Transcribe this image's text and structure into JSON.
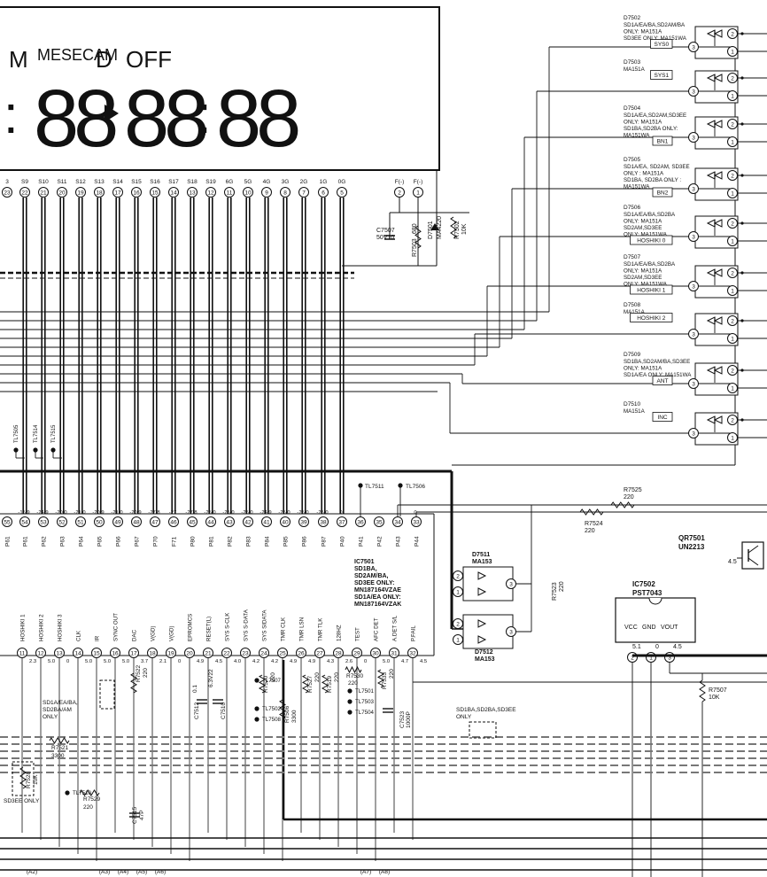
{
  "lcd": {
    "mode_m": "M",
    "mode_mesecam": "MESECAM",
    "mode_d": "D",
    "mode_off": "OFF",
    "digits": [
      "88",
      "88",
      "88"
    ]
  },
  "top_labels": [
    "S9",
    "S10",
    "S11",
    "S12",
    "S13",
    "S14",
    "S15",
    "S16",
    "S17",
    "S18",
    "S19",
    "6G",
    "5G",
    "4G",
    "3G",
    "2G",
    "1G",
    "0G",
    "F(-)",
    "F(-)"
  ],
  "top_pins": [
    "22",
    "21",
    "20",
    "19",
    "18",
    "17",
    "16",
    "15",
    "14",
    "13",
    "12",
    "11",
    "10",
    "9",
    "8",
    "7",
    "6",
    "5",
    "2",
    "1"
  ],
  "diodes": [
    {
      "ref": "D7502",
      "note": [
        "SD1A/EA/BA,SD2AM/BA",
        "ONLY: MA151A",
        "SD3EE ONLY: MA151WA"
      ],
      "tag": "SYS0"
    },
    {
      "ref": "D7503",
      "note": [
        "MA151A"
      ],
      "tag": "SYS1"
    },
    {
      "ref": "D7504",
      "note": [
        "SD1A/EA,SD2AM,SD3EE",
        "ONLY: MA151A",
        "SD1BA,SD2BA ONLY:",
        "MA151WA"
      ],
      "tag": "BN1"
    },
    {
      "ref": "D7505",
      "note": [
        "SD1A/EA, SD2AM, SD3EE",
        "ONLY : MA151A",
        "SD1BA, SD2BA ONLY :",
        "MA151WA"
      ],
      "tag": "BN2"
    },
    {
      "ref": "D7506",
      "note": [
        "SD1A/EA/BA,SD2BA",
        "ONLY: MA151A",
        "SD2AM,SD3EE",
        "ONLY: MA151WA"
      ],
      "tag": "HOSHIKI 0"
    },
    {
      "ref": "D7507",
      "note": [
        "SD1A/EA/BA,SD2BA",
        "ONLY: MA151A",
        "SD2AM,SD3EE",
        "ONLY: MA151WA"
      ],
      "tag": "HOSHIKI 1"
    },
    {
      "ref": "D7508",
      "note": [
        "MA151A"
      ],
      "tag": "HOSHIKI 2"
    },
    {
      "ref": "D7509",
      "note": [
        "SD1BA,SD2AM/BA,SD3EE",
        "ONLY: MA151A",
        "SD1A/EA ONLY: MA151WA"
      ],
      "tag": "ANT"
    },
    {
      "ref": "D7510",
      "note": [
        "MA151A"
      ],
      "tag": "INC"
    }
  ],
  "top_parts": {
    "c7507": [
      "C7507",
      "50V10"
    ],
    "r7503": [
      "R7503",
      "680"
    ],
    "d7501": [
      "D7501",
      "MA4220"
    ],
    "r7502": [
      "R7502",
      "10K"
    ]
  },
  "test_points_left": [
    "TL7505",
    "TL7514",
    "TL7515"
  ],
  "mid_pins": [
    "54",
    "53",
    "52",
    "51",
    "50",
    "49",
    "48",
    "47",
    "46",
    "45",
    "44",
    "43",
    "42",
    "41",
    "40",
    "39",
    "38",
    "37",
    "36",
    "35",
    "34",
    "33"
  ],
  "mid_labels": [
    "P61",
    "P62",
    "P63",
    "P64",
    "P65",
    "P66",
    "P67",
    "P70",
    "F71",
    "P80",
    "P81",
    "P82",
    "P83",
    "P84",
    "P85",
    "P86",
    "P87",
    "P40",
    "P41",
    "P42",
    "P43",
    "P44"
  ],
  "mid_volts": [
    "-15.9",
    "-24.9",
    "-20.0",
    "-21.0",
    "-20.9",
    "-21.0",
    "-20.9",
    "-27.8",
    "-27",
    "-27.8",
    "-25.0",
    "-25.0",
    "-25.0",
    "-24.9",
    "-25.0",
    "-25.0",
    "-25.0",
    "0",
    "",
    "",
    "",
    "0"
  ],
  "tl7511": "TL7511",
  "tl7506": "TL7506",
  "ic7501": [
    "IC7501",
    "SD1BA,",
    "SD2AM/BA,",
    "SD3EE ONLY:",
    "MN187164VZAE",
    "SD1A/EA ONLY:",
    "MN187164VZAK"
  ],
  "d7511": [
    "D7511",
    "MA153"
  ],
  "d7512": [
    "D7512",
    "MA153"
  ],
  "r7525": [
    "R7525",
    "220"
  ],
  "r7524": [
    "R7524",
    "220"
  ],
  "r7523": [
    "R7523",
    "220"
  ],
  "qr7501": [
    "QR7501",
    "UN2213"
  ],
  "qr_v": "4.5",
  "ic7502": [
    "IC7502",
    "PST7043"
  ],
  "ic7502_pins": {
    "names": [
      "VCC",
      "GND",
      "VOUT"
    ],
    "nums": [
      "2",
      "1",
      "3"
    ],
    "volts": [
      "5.1",
      "0",
      "4.5"
    ]
  },
  "r7507": [
    "R7507",
    "10K"
  ],
  "bottom_labels": [
    "HOSHIKI 1",
    "HOSHIKI 2",
    "HOSHIKI 3",
    "CLK",
    "IR",
    "SYNC OUT",
    "DAC",
    "V(GD)",
    "V(GD)",
    "EPROMCS",
    "RESET(L)",
    "SYS S-CLK",
    "SYS S-DATA",
    "SYS SIDATA",
    "TMR CLK",
    "TMR LSN",
    "TMR TLK",
    "128HZ",
    "TEST",
    "AFC DET",
    "A.DET S/L",
    "P.FAIL"
  ],
  "bottom_pins": [
    "11",
    "12",
    "13",
    "14",
    "15",
    "16",
    "17",
    "18",
    "19",
    "20",
    "21",
    "22",
    "23",
    "24",
    "25",
    "26",
    "27",
    "28",
    "29",
    "30",
    "31",
    "32"
  ],
  "bottom_volts": [
    "2.3",
    "5.0",
    "0",
    "5.0",
    "5.0",
    "5.0",
    "3.7",
    "2.1",
    "0",
    "4.9",
    "4.5",
    "4.0",
    "4.2",
    "4.2",
    "4.9",
    "4.9",
    "4.3",
    "2.6",
    "0",
    "5.0",
    "4.7",
    "4.5"
  ],
  "bottom_parts": {
    "r7522": [
      "R7522",
      "220"
    ],
    "c7512": [
      "C7512",
      "0.1"
    ],
    "c7510": [
      "C7510",
      "6.3V22"
    ],
    "r7520": [
      "R7520",
      "220"
    ],
    "r7506": [
      "R7506",
      "3300"
    ],
    "r7527": [
      "R7527",
      "220"
    ],
    "r7519": [
      "R7519",
      "220"
    ],
    "r7530": [
      "R7530",
      "220"
    ],
    "r7533": [
      "R7533",
      "220"
    ],
    "c7523": [
      "C7523",
      "1000P"
    ],
    "r7521": [
      "R7521",
      "3300"
    ],
    "r7529": [
      "R7529",
      "220"
    ],
    "r7528": [
      "R7528",
      "10K"
    ],
    "c7515": [
      "C7515",
      "47P"
    ]
  },
  "bottom_tls": [
    "TL7507",
    "TL7502",
    "TL7508",
    "TL7501",
    "TL7503",
    "TL7504",
    "TL7510"
  ],
  "notes": {
    "sd1a_left": [
      "SD1A/EA/BA,",
      "SD2BA/AM",
      "ONLY"
    ],
    "sd1ba_right": [
      "SD1BA,SD2BA,SD3EE",
      "ONLY"
    ],
    "sd3ee_only": "SD3EE ONLY"
  },
  "bottom_refs": [
    "A 2",
    "A 3",
    "A 4",
    "A 5",
    "A 6",
    "A 7",
    "A 8"
  ]
}
